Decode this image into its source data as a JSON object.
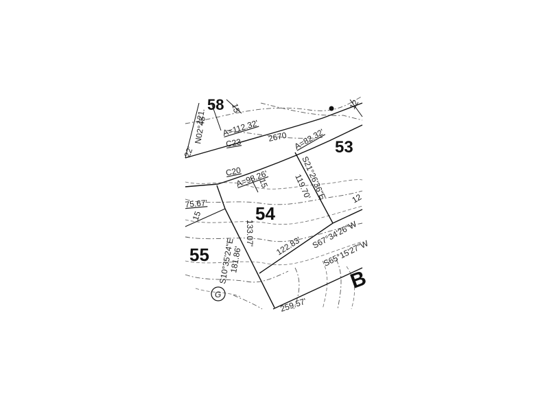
{
  "plat": {
    "lots": [
      "53",
      "54",
      "55"
    ],
    "partial_labels": {
      "top_lot": "58",
      "street_letter": "B",
      "top_right_dim": "12"
    },
    "dimensions": {
      "top_left_bearing": "N02°45",
      "top_left_distance": "121.",
      "left_edge_distance": "22'",
      "arc_top": "A=112.32'",
      "curve_c23": "C23",
      "contour_2670": "2670",
      "arc_right": "A=82.32'",
      "curve_c20": "C20",
      "arc_middle": "A=98.26'",
      "easement_top": "15",
      "easement_middle": "15",
      "bearing_right": "S21°26'36\"E",
      "distance_right": "119.70'",
      "distance_left_top": "75.67'",
      "easement_left": "15",
      "distance_lot54_left": "133.07'",
      "bearing_lot55": "S10°35'24\"E",
      "distance_lot55": "181.86'",
      "distance_bottom": "122.83'",
      "bearing_bottom_upper": "S67°34'26\"W",
      "bearing_bottom_lower": "S65°15'27\"W",
      "distance_bottom_partial": "259.57'",
      "right_partial_12": "12"
    },
    "gas_symbol": "G"
  }
}
